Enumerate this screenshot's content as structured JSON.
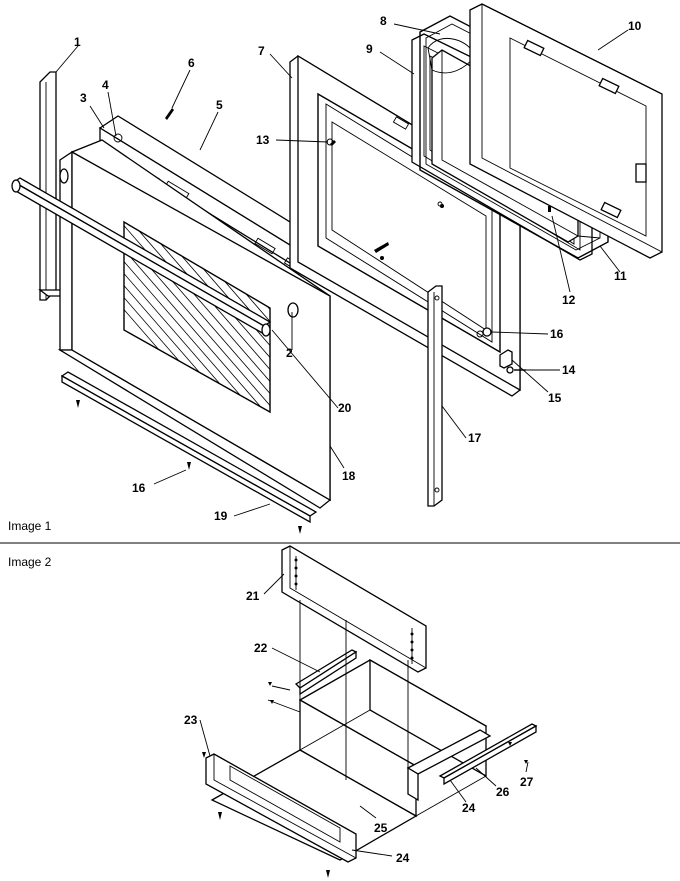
{
  "panels": [
    {
      "label": "Image 1"
    },
    {
      "label": "Image 2"
    }
  ],
  "callouts": [
    {
      "id": "1",
      "text": "1"
    },
    {
      "id": "2",
      "text": "2"
    },
    {
      "id": "3",
      "text": "3"
    },
    {
      "id": "4",
      "text": "4"
    },
    {
      "id": "5",
      "text": "5"
    },
    {
      "id": "6",
      "text": "6"
    },
    {
      "id": "7",
      "text": "7"
    },
    {
      "id": "8",
      "text": "8"
    },
    {
      "id": "9",
      "text": "9"
    },
    {
      "id": "10",
      "text": "10"
    },
    {
      "id": "11",
      "text": "11"
    },
    {
      "id": "12",
      "text": "12"
    },
    {
      "id": "13",
      "text": "13"
    },
    {
      "id": "14",
      "text": "14"
    },
    {
      "id": "15",
      "text": "15"
    },
    {
      "id": "16a",
      "text": "16"
    },
    {
      "id": "16b",
      "text": "16"
    },
    {
      "id": "17",
      "text": "17"
    },
    {
      "id": "18",
      "text": "18"
    },
    {
      "id": "19",
      "text": "19"
    },
    {
      "id": "20",
      "text": "20"
    },
    {
      "id": "21",
      "text": "21"
    },
    {
      "id": "22",
      "text": "22"
    },
    {
      "id": "23",
      "text": "23"
    },
    {
      "id": "24a",
      "text": "24"
    },
    {
      "id": "24b",
      "text": "24"
    },
    {
      "id": "25",
      "text": "25"
    },
    {
      "id": "26",
      "text": "26"
    },
    {
      "id": "27",
      "text": "27"
    }
  ]
}
